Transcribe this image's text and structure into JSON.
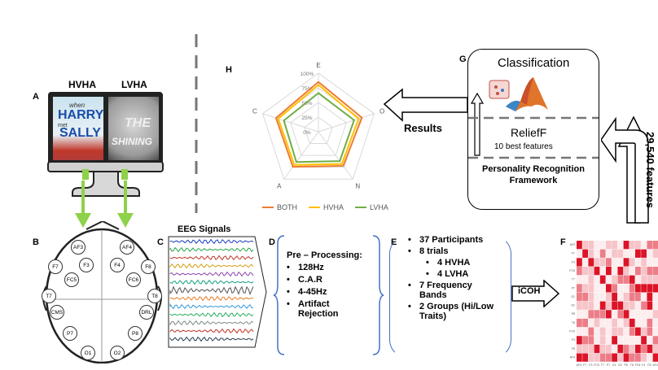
{
  "panel_labels": {
    "A": "A",
    "B": "B",
    "C": "C",
    "D": "D",
    "E": "E",
    "F": "F",
    "G": "G",
    "H": "H"
  },
  "monitor": {
    "hvha_label": "HVHA",
    "lvha_label": "LVHA",
    "left_poster": {
      "line1": "when",
      "line2": "HARRY",
      "line3": "met",
      "line4": "SALLY"
    },
    "right_poster": {
      "line1": "THE",
      "line2": "SHINING"
    }
  },
  "electrodes": [
    "AF3",
    "AF4",
    "F7",
    "F3",
    "F4",
    "F8",
    "FC5",
    "FC6",
    "T7",
    "T8",
    "CMS",
    "DRL",
    "P7",
    "P8",
    "O1",
    "O2"
  ],
  "eeg": {
    "title": "EEG Signals",
    "colors": [
      "#1f3fbf",
      "#2aa84a",
      "#c0392b",
      "#d4a017",
      "#8e44ad",
      "#16a085",
      "#555555",
      "#e67e22",
      "#3498db",
      "#27ae60",
      "#7f8c8d",
      "#c0392b",
      "#2c3e50"
    ]
  },
  "preprocessing": {
    "title": "Pre – Processing:",
    "items": [
      "128Hz",
      "C.A.R",
      "4-45Hz",
      "Artifact Rejection"
    ]
  },
  "study": {
    "items": [
      {
        "text": "37 Participants",
        "sub": []
      },
      {
        "text": "8 trials",
        "sub": [
          "4 HVHA",
          "4 LVHA"
        ]
      },
      {
        "text": "7 Frequency Bands",
        "sub": []
      },
      {
        "text": "2 Groups (Hi/Low Traits)",
        "sub": []
      }
    ]
  },
  "icoh_label": "iCOH",
  "features_label": "29,540 features",
  "framework": {
    "classification": "Classification",
    "relieff": "ReliefF",
    "relieff_sub": "10 best features",
    "footer": "Personality Recognition Framework"
  },
  "results_label": "Results",
  "chart_data": {
    "type": "radar",
    "axes": [
      "E",
      "O",
      "N",
      "A",
      "C"
    ],
    "rticks": [
      "0%",
      "25%",
      "50%",
      "75%",
      "100%"
    ],
    "series": [
      {
        "name": "BOTH",
        "color": "#ed7d31",
        "values": [
          0.85,
          0.78,
          0.72,
          0.74,
          0.76
        ]
      },
      {
        "name": "HVHA",
        "color": "#ffc000",
        "values": [
          0.8,
          0.72,
          0.68,
          0.7,
          0.72
        ]
      },
      {
        "name": "LVHA",
        "color": "#70ad47",
        "values": [
          0.66,
          0.64,
          0.62,
          0.64,
          0.62
        ]
      }
    ]
  },
  "heatmap_row_labels": [
    "AF3",
    "F7",
    "F3",
    "FC5",
    "T7",
    "P7",
    "O1",
    "O2",
    "P8",
    "T8",
    "FC6",
    "F4",
    "F8",
    "AF4"
  ],
  "heatmap_col_labels": [
    "AF3",
    "F7",
    "F3",
    "FC5",
    "T7",
    "P7",
    "O1",
    "O2",
    "P8",
    "T8",
    "FC6",
    "F4",
    "F8",
    "AF4"
  ]
}
